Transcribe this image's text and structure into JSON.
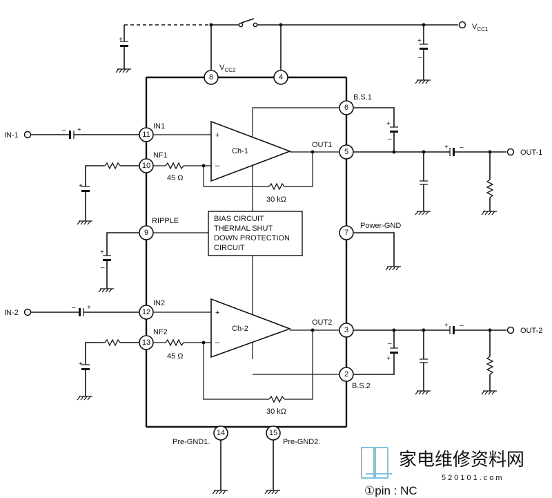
{
  "power": {
    "vcc1": "V",
    "vcc1_sub": "CC1",
    "vcc2": "V",
    "vcc2_sub": "CC2"
  },
  "pins": [
    {
      "id": "p8",
      "num": "8"
    },
    {
      "id": "p4",
      "num": "4"
    },
    {
      "id": "p6",
      "num": "6"
    },
    {
      "id": "p11",
      "num": "11"
    },
    {
      "id": "p10",
      "num": "10"
    },
    {
      "id": "p5",
      "num": "5"
    },
    {
      "id": "p9",
      "num": "9"
    },
    {
      "id": "p7",
      "num": "7"
    },
    {
      "id": "p12",
      "num": "12"
    },
    {
      "id": "p13",
      "num": "13"
    },
    {
      "id": "p3",
      "num": "3"
    },
    {
      "id": "p2",
      "num": "2"
    },
    {
      "id": "p14",
      "num": "14"
    },
    {
      "id": "p15",
      "num": "15"
    }
  ],
  "labels": {
    "bs1": "B.S.1",
    "bs2": "B.S.2",
    "in1": "IN1",
    "nf1": "NF1",
    "in2": "IN2",
    "nf2": "NF2",
    "out1": "OUT1",
    "out2": "OUT2",
    "ripple": "RIPPLE",
    "power_gnd": "Power-GND",
    "pre_gnd1": "Pre-GND1.",
    "pre_gnd2": "Pre-GND2.",
    "r45_1": "45 Ω",
    "r45_2": "45 Ω",
    "r30k_1": "30 kΩ",
    "r30k_2": "30 kΩ",
    "ch1": "Ch-1",
    "ch2": "Ch-2"
  },
  "bias_box": [
    "BIAS CIRCUIT",
    "THERMAL SHUT",
    "DOWN PROTECTION",
    "CIRCUIT"
  ],
  "terminals": {
    "in1": "IN-1",
    "in2": "IN-2",
    "out1": "OUT-1",
    "out2": "OUT-2"
  },
  "note": {
    "pin": "pin : NC",
    "circled": "①"
  },
  "watermark": {
    "name": "家电维修资料网",
    "url": "520101.com"
  }
}
